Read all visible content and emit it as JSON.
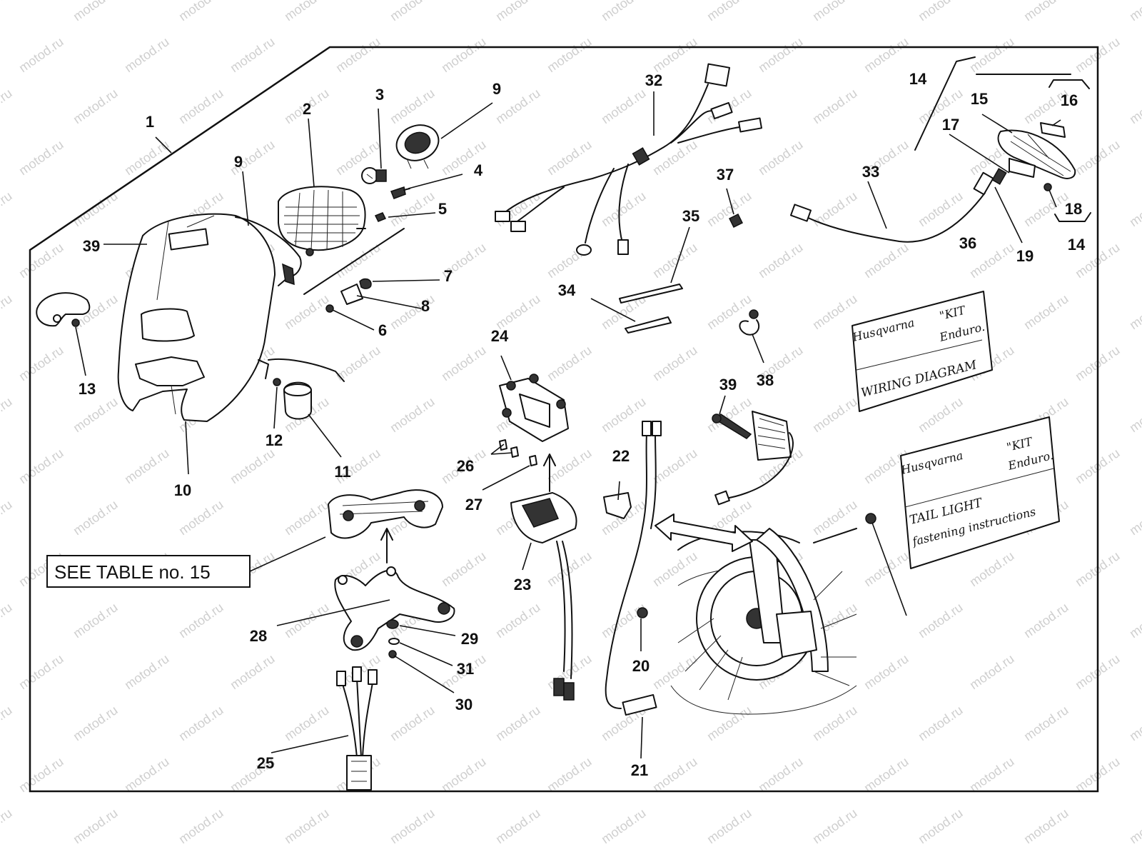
{
  "watermark": "motod.ru",
  "reference_box": {
    "text": "SEE TABLE no. 15"
  },
  "labels": [
    "1",
    "2",
    "3",
    "4",
    "5",
    "6",
    "7",
    "8",
    "9",
    "9",
    "10",
    "11",
    "12",
    "13",
    "14",
    "14",
    "15",
    "16",
    "17",
    "18",
    "19",
    "20",
    "21",
    "22",
    "23",
    "24",
    "25",
    "26",
    "27",
    "28",
    "29",
    "30",
    "31",
    "32",
    "33",
    "34",
    "35",
    "36",
    "37",
    "38",
    "39",
    "39"
  ],
  "kit_cards": [
    {
      "brand": "Husqvarna",
      "kit": "\"KIT",
      "kit_sub": "Enduro.",
      "title": "WIRING DIAGRAM",
      "subtitle": ""
    },
    {
      "brand": "Husqvarna",
      "kit": "\"KIT",
      "kit_sub": "Enduro.",
      "title": "TAIL LIGHT",
      "subtitle": "fastening instructions"
    }
  ]
}
